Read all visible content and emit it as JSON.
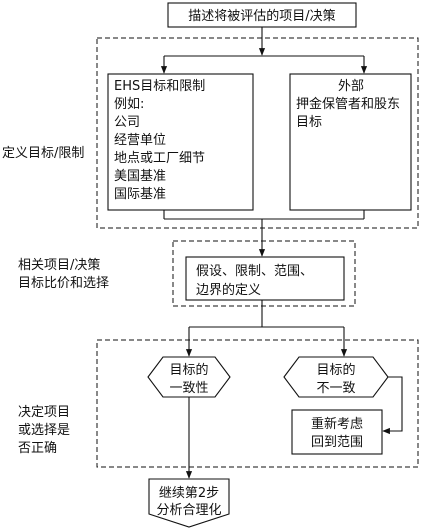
{
  "top_box": {
    "label": "描述将被评估的项目/决策"
  },
  "section1": {
    "side_label": "定义目标/限制",
    "left_box": {
      "lines": [
        "EHS目标和限制",
        "例如:",
        "公司",
        "经营单位",
        "地点或工厂细节",
        "美国基准",
        "国际基准"
      ]
    },
    "right_box": {
      "lines": [
        "外部",
        "押金保管者和股东",
        "目标"
      ]
    }
  },
  "section2": {
    "side_label_lines": [
      "相关项目/决策",
      "目标比价和选择"
    ],
    "box_lines": [
      "假设、限制、范围、",
      "边界的定义"
    ]
  },
  "section3": {
    "side_label_lines": [
      "决定项目",
      "或选择是",
      "否正确"
    ],
    "consistent_lines": [
      "目标的",
      "一致性"
    ],
    "inconsistent_lines": [
      "目标的",
      "不一致"
    ],
    "reconsider_lines": [
      "重新考虑",
      "回到范围"
    ]
  },
  "bottom_box": {
    "lines": [
      "继续第2步",
      "分析合理化"
    ]
  }
}
